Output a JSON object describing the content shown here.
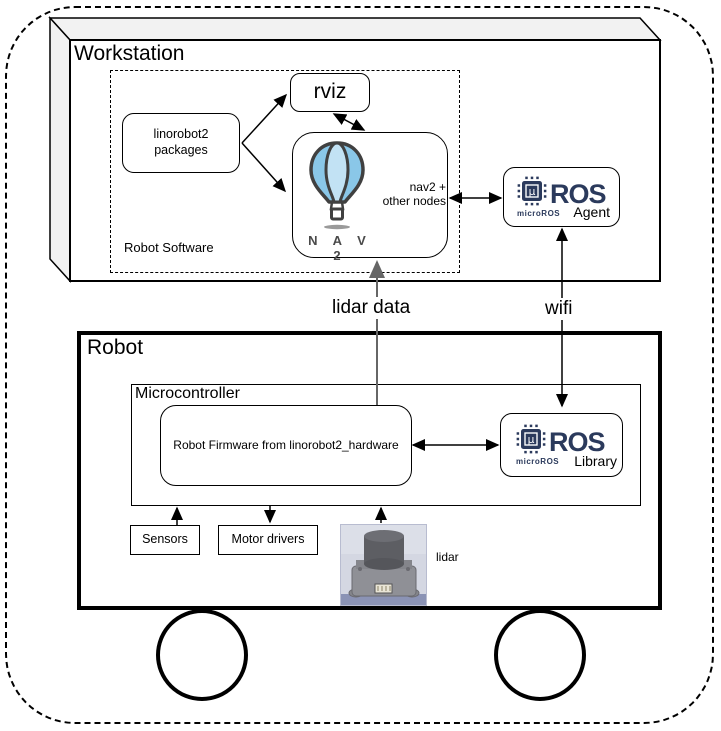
{
  "workstation": {
    "title": "Workstation",
    "software_label": "Robot Software",
    "rviz_label": "rviz",
    "packages_label": "linorobot2\npackages",
    "nav2": {
      "caption": "N A V 2",
      "side_label": "nav2 +\nother nodes"
    },
    "agent": {
      "ros": "ROS",
      "brand": "microROS",
      "role": "Agent"
    }
  },
  "robot": {
    "title": "Robot",
    "microcontroller_label": "Microcontroller",
    "firmware_label": "Robot Firmware from linorobot2_hardware",
    "library": {
      "ros": "ROS",
      "brand": "microROS",
      "role": "Library"
    },
    "sensors_label": "Sensors",
    "motor_drivers_label": "Motor drivers",
    "lidar_caption": "lidar"
  },
  "links": {
    "lidar_data": "lidar data",
    "wifi": "wifi"
  },
  "icons": {
    "nav2_balloon": "hot-air-balloon-icon",
    "microros_chip": "microros-chip-icon",
    "lidar_photo": "lidar-device-photo"
  },
  "colors": {
    "microros_navy": "#2b3a5c",
    "balloon_blue": "#8ac7e8",
    "balloon_light": "#c2e2f4",
    "outline_gray": "#404040",
    "cube_face_gray": "#f2f2f2",
    "lidar_line_gray": "#666666"
  }
}
